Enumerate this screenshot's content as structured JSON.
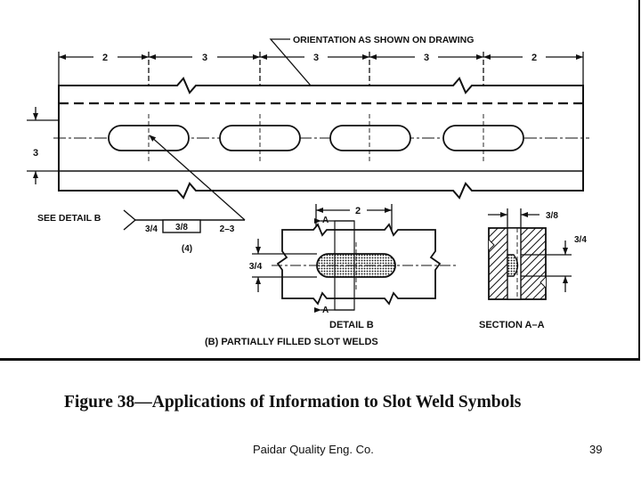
{
  "figure": {
    "top_dimensions": [
      "2",
      "3",
      "3",
      "3",
      "2"
    ],
    "orientation_note": "ORIENTATION AS SHOWN ON DRAWING",
    "height_dimension": "3",
    "see_detail_label": "SEE DETAIL B",
    "symbol_left_value": "3/4",
    "symbol_box_value": "3/8",
    "symbol_right_value": "2–3",
    "symbol_count": "(4)",
    "detail_width": "2",
    "detail_height": "3/4",
    "section_marker": "A",
    "detail_caption": "DETAIL B",
    "section_thickness": "3/8",
    "section_fill_depth": "3/4",
    "section_caption": "SECTION A–A",
    "subtitle": "(B) PARTIALLY FILLED SLOT WELDS"
  },
  "caption": "Figure 38—Applications of Information to Slot Weld Symbols",
  "footer": {
    "company": "Paidar Quality Eng. Co.",
    "page": "39"
  }
}
